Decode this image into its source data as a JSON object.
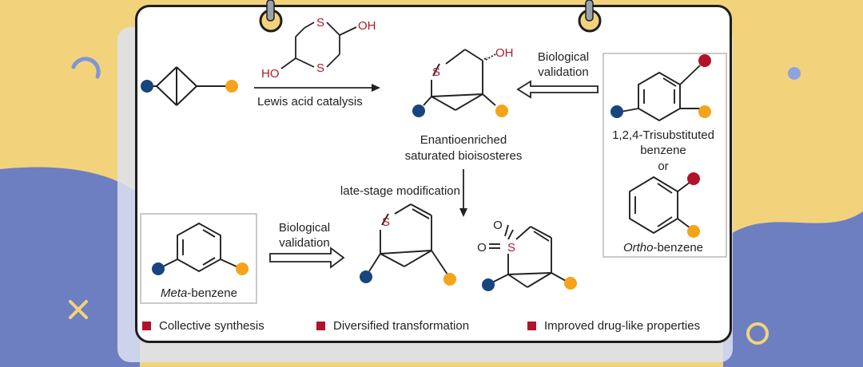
{
  "reagent": {
    "atoms": {
      "s_top": "S",
      "s_bottom": "S",
      "oh_top": "OH",
      "oh_bottom": "HO"
    },
    "condition": "Lewis acid catalysis"
  },
  "product": {
    "atoms": {
      "s": "S",
      "oh": "OH"
    },
    "label_line1": "Enantioenriched",
    "label_line2": "saturated bioisosteres"
  },
  "arrows": {
    "bio_right_line1": "Biological",
    "bio_right_line2": "validation",
    "late_stage": "late-stage modification",
    "bio_left_line1": "Biological",
    "bio_left_line2": "validation"
  },
  "right_box": {
    "tri_line1": "1,2,4-Trisubstituted",
    "tri_line2": "benzene",
    "or": "or",
    "ortho_italic": "Ortho",
    "ortho_rest": "-benzene"
  },
  "left_box": {
    "meta_italic": "Meta",
    "meta_rest": "-benzene"
  },
  "derivatives": {
    "alkene_s": "S",
    "sulfone_s": "S",
    "sulfone_o1": "O",
    "sulfone_o2": "O"
  },
  "legend": [
    "Collective synthesis",
    "Diversified transformation",
    "Improved drug-like properties"
  ],
  "colors": {
    "blue_substituent": "#17457e",
    "orange_substituent": "#f5a31a",
    "red_substituent": "#b0132a",
    "background_yellow": "#f2d37c",
    "background_blue": "#6d7fc1"
  }
}
